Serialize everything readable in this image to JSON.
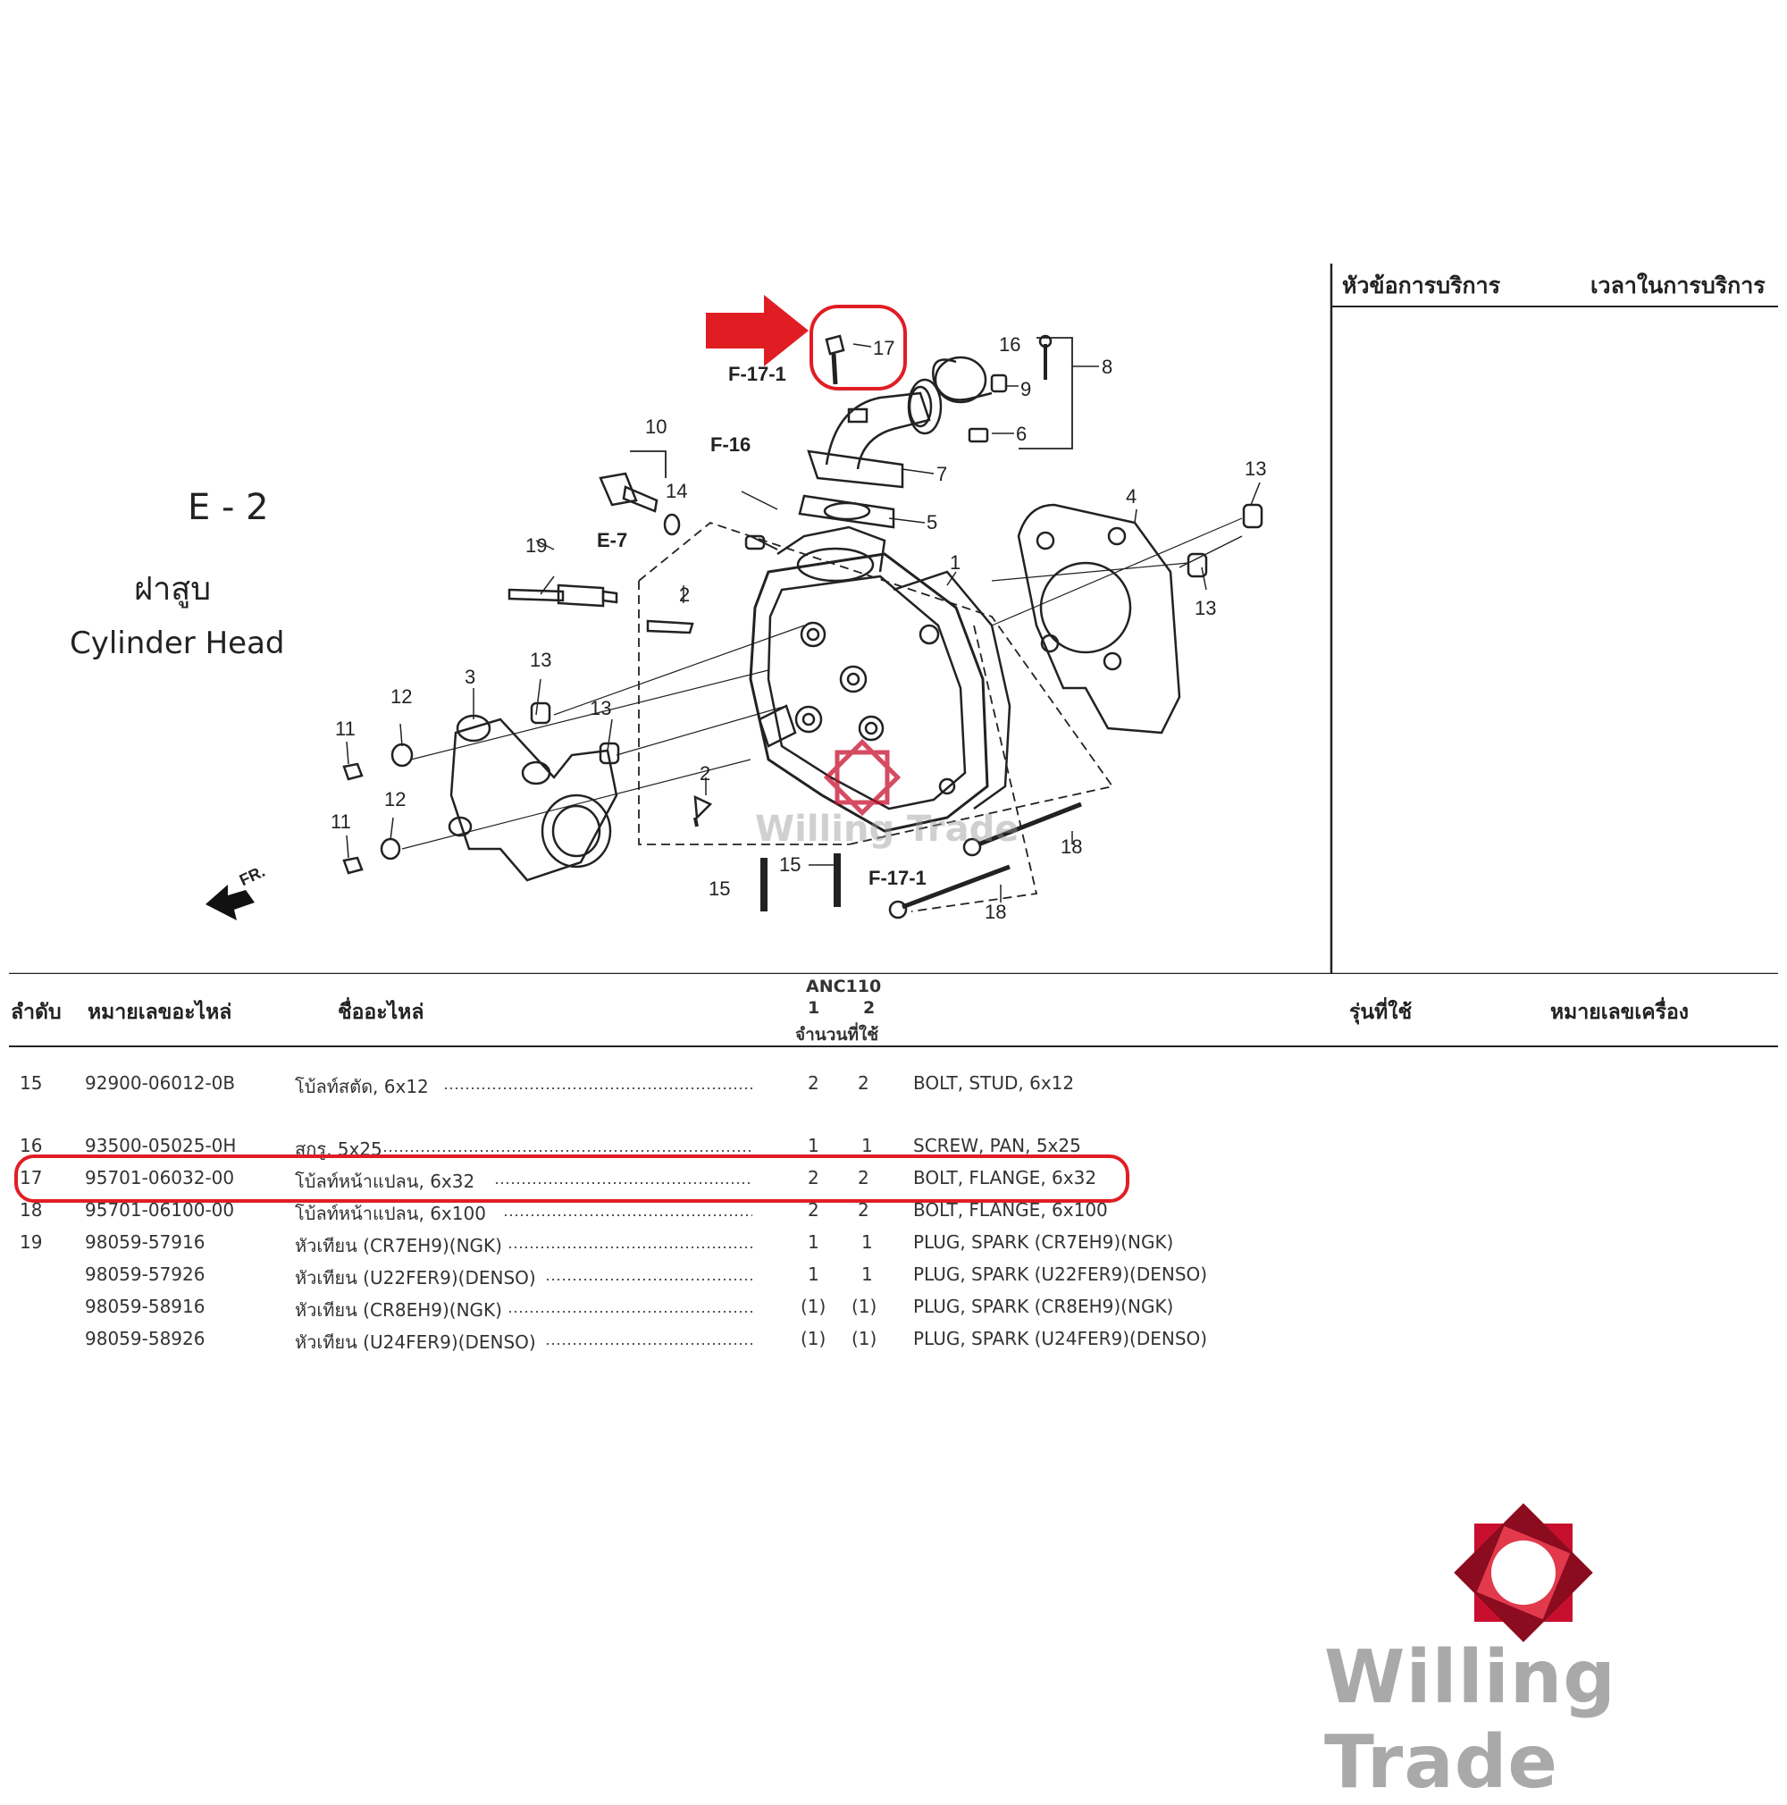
{
  "diagram": {
    "code": "E - 2",
    "title_th": "ฝาสูบ",
    "title_en": "Cylinder Head",
    "front_marker": "FR.",
    "refs": [
      "F-17-1",
      "F-16",
      "E-7",
      "F-17-1"
    ],
    "callouts": [
      "17",
      "16",
      "8",
      "9",
      "6",
      "7",
      "5",
      "10",
      "14",
      "13",
      "4",
      "13",
      "1",
      "19",
      "2",
      "13",
      "3",
      "12",
      "11",
      "13",
      "12",
      "11",
      "2",
      "15",
      "15",
      "18",
      "18"
    ]
  },
  "service_panel": {
    "header_item": "หัวข้อการบริการ",
    "header_time": "เวลาในการบริการ"
  },
  "table": {
    "model": "ANC110",
    "col_index": "ลำดับ",
    "col_part_no": "หมายเลขอะไหล่",
    "col_name": "ชื่ออะไหล่",
    "qty_cols": [
      "1",
      "2"
    ],
    "col_qty": "จำนวนที่ใช้",
    "col_model": "รุ่นที่ใช้",
    "col_engine": "หมายเลขเครื่อง",
    "rows": [
      {
        "idx": "15",
        "part": "92900-06012-0B",
        "name_th": "โบ้ลท์สตัด, 6x12",
        "q1": "2",
        "q2": "2",
        "name_en": "BOLT, STUD, 6x12"
      },
      {
        "idx": "16",
        "part": "93500-05025-0H",
        "name_th": "สกรู, 5x25",
        "q1": "1",
        "q2": "1",
        "name_en": "SCREW, PAN, 5x25"
      },
      {
        "idx": "17",
        "part": "95701-06032-00",
        "name_th": "โบ้ลท์หน้าแปลน, 6x32",
        "q1": "2",
        "q2": "2",
        "name_en": "BOLT, FLANGE, 6x32"
      },
      {
        "idx": "18",
        "part": "95701-06100-00",
        "name_th": "โบ้ลท์หน้าแปลน, 6x100",
        "q1": "2",
        "q2": "2",
        "name_en": "BOLT, FLANGE, 6x100"
      },
      {
        "idx": "19",
        "part": "98059-57916",
        "name_th": "หัวเทียน (CR7EH9)(NGK)",
        "q1": "1",
        "q2": "1",
        "name_en": "PLUG, SPARK (CR7EH9)(NGK)"
      },
      {
        "idx": "",
        "part": "98059-57926",
        "name_th": "หัวเทียน (U22FER9)(DENSO)",
        "q1": "1",
        "q2": "1",
        "name_en": "PLUG, SPARK (U22FER9)(DENSO)"
      },
      {
        "idx": "",
        "part": "98059-58916",
        "name_th": "หัวเทียน (CR8EH9)(NGK)",
        "q1": "(1)",
        "q2": "(1)",
        "name_en": "PLUG, SPARK (CR8EH9)(NGK)"
      },
      {
        "idx": "",
        "part": "98059-58926",
        "name_th": "หัวเทียน (U24FER9)(DENSO)",
        "q1": "(1)",
        "q2": "(1)",
        "name_en": "PLUG, SPARK (U24FER9)(DENSO)"
      }
    ]
  },
  "branding": {
    "watermark": "Willing Trade",
    "logo_text": "Willing Trade"
  },
  "colors": {
    "highlight": "#e11d24",
    "logo_red": "#c8102e",
    "logo_gray": "#a9a9a9"
  }
}
